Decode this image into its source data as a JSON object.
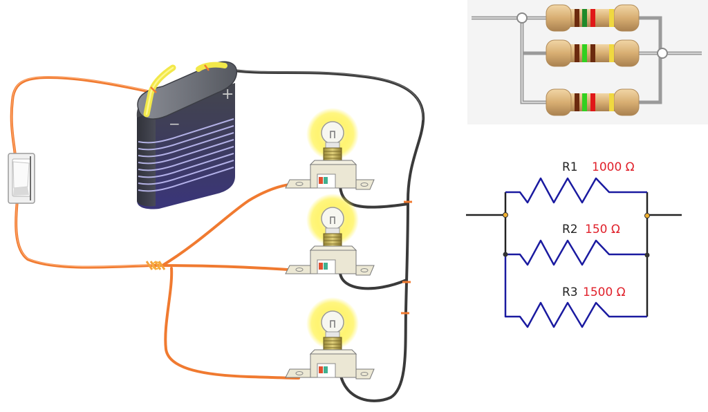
{
  "title": "Parallel circuit: battery, switch, three bulbs and three resistors",
  "colors": {
    "wire_orange": "#f07a30",
    "wire_black": "#3a3a3a",
    "battery_top": "#4a4d55",
    "battery_body": "#3e3a7a",
    "battery_terminal": "#f2e84a",
    "bulb_glow": "#fff24a",
    "bulb_base": "#c9b35a",
    "schematic_wire": "#1a1aa0",
    "schematic_node": "#333333",
    "schematic_terminal": "#f0b030",
    "value_red": "#e0202a",
    "resistor_body": "#d9b27a",
    "panel_bg": "#f4f4f4",
    "panel_wire": "#9a9a9a"
  },
  "battery": {
    "minus_label": "−",
    "plus_label": "+"
  },
  "switch": {
    "state": "off"
  },
  "bulbs": [
    {
      "name": "bulb-1",
      "lit": true
    },
    {
      "name": "bulb-2",
      "lit": true
    },
    {
      "name": "bulb-3",
      "lit": true
    }
  ],
  "resistor_photo": {
    "resistors": [
      {
        "bands": [
          "#6b2a0e",
          "#1f8a2a",
          "#e01818",
          "#f0d840"
        ]
      },
      {
        "bands": [
          "#6b2a0e",
          "#32d020",
          "#6b2a0e",
          "#f0d840"
        ]
      },
      {
        "bands": [
          "#6b2a0e",
          "#32d020",
          "#e01818",
          "#f0d840"
        ]
      }
    ]
  },
  "schematic": {
    "resistors": [
      {
        "name": "R1",
        "value": "1000 Ω"
      },
      {
        "name": "R2",
        "value": "150 Ω"
      },
      {
        "name": "R3",
        "value": "1500 Ω"
      }
    ]
  }
}
